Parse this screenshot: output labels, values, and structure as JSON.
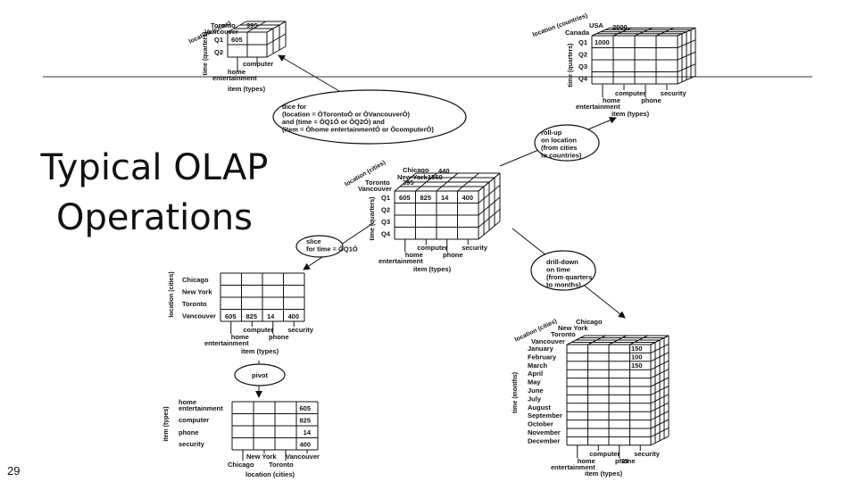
{
  "slide": {
    "title_line1": "Typical OLAP",
    "title_line2": "Operations",
    "page_number": "29",
    "figure_page_number": "29"
  },
  "axes": {
    "location_cities": "location (cities)",
    "location_countries": "location (countries)",
    "time_quarters": "time (quarters)",
    "time_months": "time (months)",
    "item_types": "item (types)"
  },
  "items": {
    "home": "home",
    "entertainment": "entertainment",
    "home_entertainment": "home entertainment",
    "computer": "computer",
    "phone": "phone",
    "security": "security"
  },
  "quarters": [
    "Q1",
    "Q2",
    "Q3",
    "Q4"
  ],
  "cities": [
    "Chicago",
    "New York",
    "Toronto",
    "Vancouver"
  ],
  "countries": [
    "USA",
    "Canada"
  ],
  "months": [
    "January",
    "February",
    "March",
    "April",
    "May",
    "June",
    "July",
    "August",
    "September",
    "October",
    "November",
    "December"
  ],
  "operations": {
    "dice": [
      "dice for",
      "(location = ÒTorontoÓ or ÒVancouverÓ)",
      "and (time = ÒQ1Ó or ÒQ2Ó) and",
      "(item = Òhome entertainmentÓ or ÒcomputerÓ)"
    ],
    "rollup": [
      "roll-up",
      "on location",
      "(from cities",
      "to countries)"
    ],
    "slice": [
      "slice",
      "for time = ÒQ1Ó"
    ],
    "drilldown": [
      "drill-down",
      "on time",
      "(from quarters",
      "to months)"
    ],
    "pivot": "pivot"
  },
  "values": {
    "dice_top": "395",
    "dice_q1": "605",
    "rollup_top": "2000",
    "rollup_q1": "1000",
    "center_chicago": "440",
    "center_newyork": "1560",
    "center_toronto": "395",
    "center_q1": [
      "605",
      "825",
      "14",
      "400"
    ],
    "slice_vancouver": [
      "605",
      "825",
      "14",
      "400"
    ],
    "pivot_column": [
      "605",
      "825",
      "14",
      "400"
    ],
    "drill_months": [
      "150",
      "100",
      "150"
    ]
  }
}
